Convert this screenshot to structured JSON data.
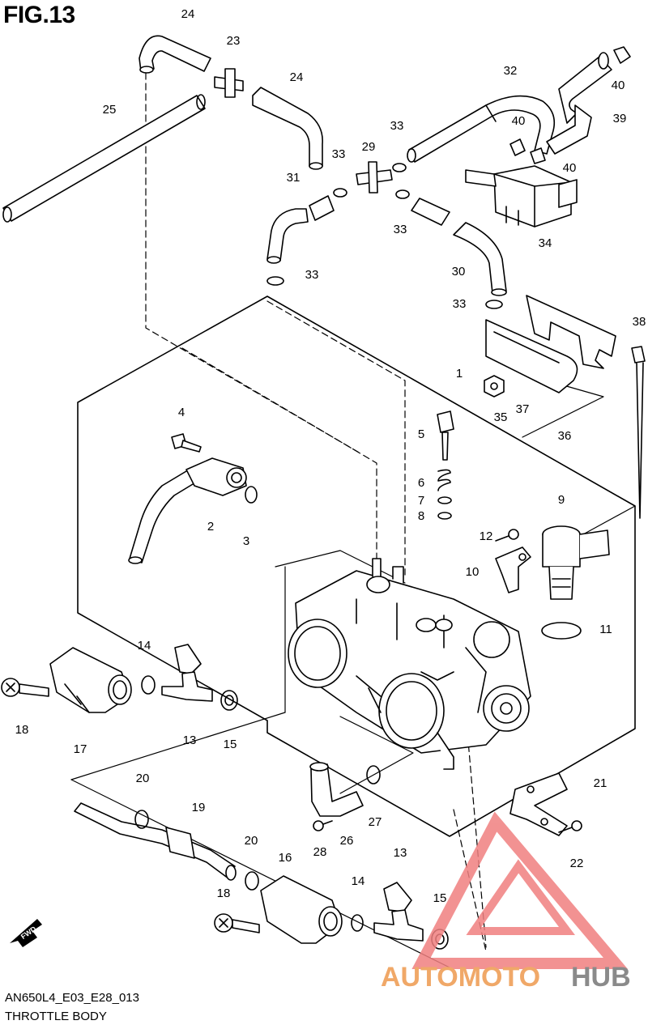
{
  "figure": {
    "title": "FIG.13",
    "code": "AN650L4_E03_E28_013",
    "name": "THROTTLE BODY"
  },
  "watermark": {
    "word_left": "AUTOMOTO",
    "word_right": "HUB",
    "color_left": "#f0a868",
    "color_right": "#8a8a8a",
    "logo_color": "#f08080"
  },
  "fwd_label": "FWD",
  "callouts": [
    "24",
    "23",
    "24",
    "25",
    "33",
    "29",
    "32",
    "40",
    "39",
    "40",
    "40",
    "31",
    "33",
    "33",
    "34",
    "30",
    "33",
    "33",
    "38",
    "1",
    "4",
    "5",
    "6",
    "7",
    "8",
    "9",
    "12",
    "2",
    "3",
    "10",
    "11",
    "35",
    "37",
    "36",
    "14",
    "13",
    "17",
    "18",
    "15",
    "20",
    "19",
    "21",
    "22",
    "20",
    "16",
    "18",
    "14",
    "13",
    "15",
    "26",
    "27",
    "28"
  ],
  "line_color": "#000000"
}
